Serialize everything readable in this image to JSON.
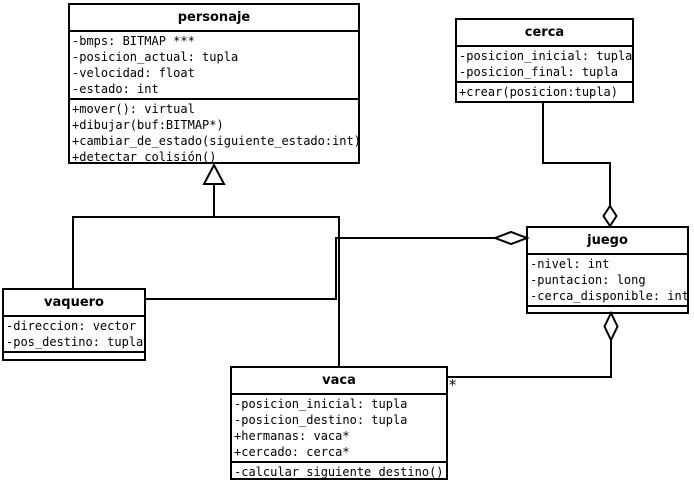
{
  "diagram": {
    "title": "UML class diagram",
    "colors": {
      "line": "#000000",
      "background": "#ffffff",
      "text": "#000000"
    },
    "classes": {
      "personaje": {
        "name": "personaje",
        "attributes": [
          "-bmps: BITMAP ***",
          "-posicion_actual: tupla",
          "-velocidad: float",
          "-estado: int"
        ],
        "methods": [
          "+mover(): virtual",
          "+dibujar(buf:BITMAP*)",
          "+cambiar_de_estado(siguiente_estado:int)",
          "+detectar_colisión()"
        ]
      },
      "cerca": {
        "name": "cerca",
        "attributes": [
          "-posicion_inicial: tupla",
          "-posicion_final: tupla"
        ],
        "methods": [
          "+crear(posicion:tupla)"
        ]
      },
      "juego": {
        "name": "juego",
        "attributes": [
          "-nivel: int",
          "-puntacion: long",
          "-cerca_disponible: int"
        ],
        "methods": []
      },
      "vaquero": {
        "name": "vaquero",
        "attributes": [
          "-direccion: vector",
          "-pos_destino: tupla"
        ],
        "methods": []
      },
      "vaca": {
        "name": "vaca",
        "attributes": [
          "-posicion_inicial: tupla",
          "-posicion_destino: tupla",
          "+hermanas: vaca*",
          "+cercado: cerca*"
        ],
        "methods": [
          "-calcular_siguiente_destino()"
        ]
      }
    },
    "connectors": {
      "vaquero_personaje": {
        "type": "generalization",
        "from": "vaquero",
        "to": "personaje"
      },
      "vaca_personaje": {
        "type": "generalization",
        "from": "vaca",
        "to": "personaje"
      },
      "juego_vaquero": {
        "type": "aggregation",
        "aggregate": "juego",
        "part": "vaquero"
      },
      "juego_cerca": {
        "type": "aggregation",
        "aggregate": "juego",
        "part": "cerca"
      },
      "juego_vaca": {
        "type": "aggregation",
        "aggregate": "juego",
        "part": "vaca",
        "multiplicity": "*"
      }
    }
  }
}
